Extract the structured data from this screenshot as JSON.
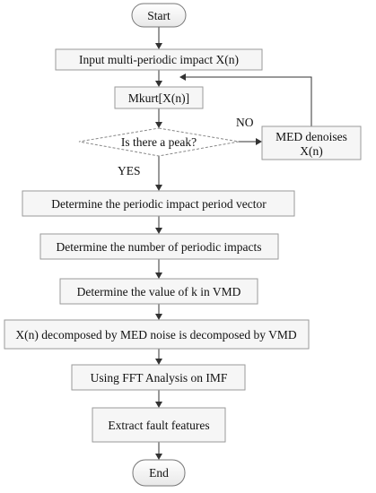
{
  "nodes": {
    "start": "Start",
    "input": "Input multi-periodic impact X(n)",
    "mkurt": "Mkurt[X(n)]",
    "decision": "Is there a peak?",
    "med_line1": "MED denoises",
    "med_line2": "X(n)",
    "period_vector": "Determine the periodic impact period vector",
    "number_impacts": "Determine the number of periodic impacts",
    "value_k": "Determine the value of k in VMD",
    "decompose": "X(n) decomposed by MED noise is decomposed by VMD",
    "fft": "Using FFT Analysis on IMF",
    "extract": "Extract fault features",
    "end": "End"
  },
  "edge_labels": {
    "no": "NO",
    "yes": "YES"
  }
}
